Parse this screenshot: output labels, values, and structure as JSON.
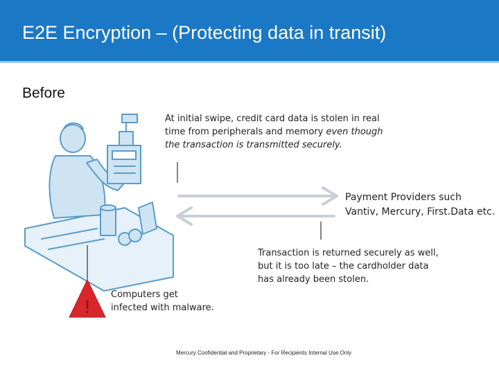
{
  "header": {
    "title": "E2E Encryption – (Protecting data in transit)"
  },
  "section_label": "Before",
  "notes": {
    "swipe_line1": "At initial swipe, credit card data is stolen in real",
    "swipe_line2": "time from peripherals and memory",
    "swipe_line2_italic": " even though",
    "swipe_line3_italic": "the transaction is transmitted securely.",
    "provider_line1": "Payment Providers such",
    "provider_line2": "Vantiv, Mercury, First.Data etc.",
    "return_line1": "Transaction is returned securely as well,",
    "return_line2": "but it is too late – the cardholder data",
    "return_line3": "has already been stolen.",
    "malware_line1": "Computers get",
    "malware_line2": "infected with malware."
  },
  "warning_symbol": "!",
  "footer": "Mercury Confidential and Proprietary - For Recipients Internal Use Only",
  "colors": {
    "header_bg": "#1b78c4",
    "illustration_stroke": "#5b9bc8",
    "illustration_fill": "#cfe4f3",
    "arrow": "#c9cfd8",
    "warning": "#d9262b"
  }
}
